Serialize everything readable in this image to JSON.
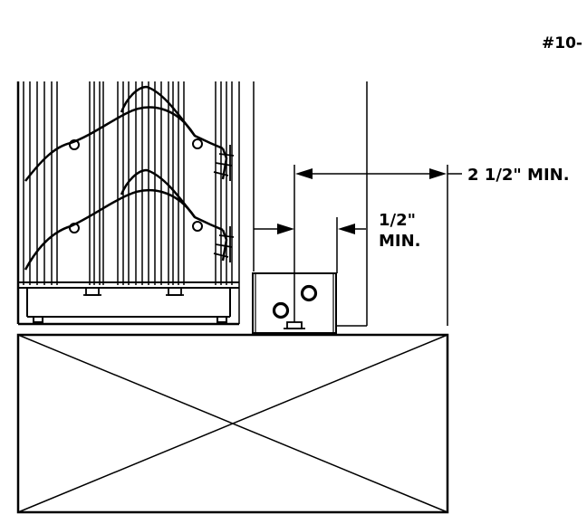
{
  "figure": {
    "reference_label": "#10-",
    "dimensions": [
      {
        "id": "outer",
        "label": "2 1/2\" MIN."
      },
      {
        "id": "inner",
        "label_line1": "1/2\"",
        "label_line2": "MIN."
      }
    ]
  },
  "colors": {
    "ink": "#000000",
    "paper": "#ffffff"
  }
}
